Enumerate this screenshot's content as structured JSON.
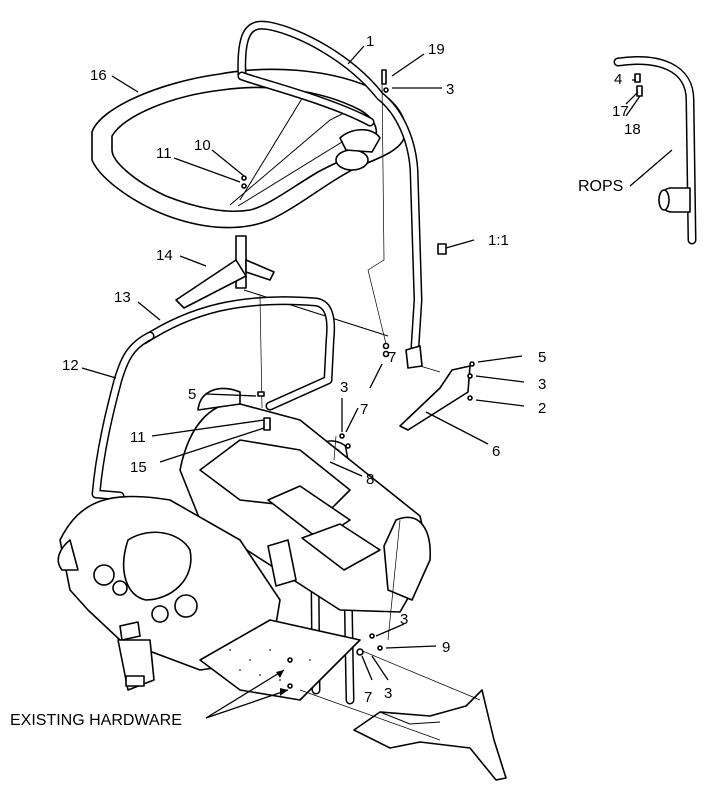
{
  "diagram": {
    "callouts": [
      {
        "id": "c-1",
        "text": "1"
      },
      {
        "id": "c-19",
        "text": "19"
      },
      {
        "id": "c-3a",
        "text": "3"
      },
      {
        "id": "c-16",
        "text": "16"
      },
      {
        "id": "c-11a",
        "text": "11"
      },
      {
        "id": "c-10",
        "text": "10"
      },
      {
        "id": "c-1to1",
        "text": "1:1"
      },
      {
        "id": "c-14",
        "text": "14"
      },
      {
        "id": "c-13",
        "text": "13"
      },
      {
        "id": "c-12",
        "text": "12"
      },
      {
        "id": "c-5a",
        "text": "5"
      },
      {
        "id": "c-5b",
        "text": "5"
      },
      {
        "id": "c-3b",
        "text": "3"
      },
      {
        "id": "c-3c",
        "text": "3"
      },
      {
        "id": "c-2",
        "text": "2"
      },
      {
        "id": "c-6",
        "text": "6"
      },
      {
        "id": "c-7a",
        "text": "7"
      },
      {
        "id": "c-7b",
        "text": "7"
      },
      {
        "id": "c-11b",
        "text": "11"
      },
      {
        "id": "c-15",
        "text": "15"
      },
      {
        "id": "c-8",
        "text": "8"
      },
      {
        "id": "c-3d",
        "text": "3"
      },
      {
        "id": "c-9",
        "text": "9"
      },
      {
        "id": "c-7c",
        "text": "7"
      },
      {
        "id": "c-3e",
        "text": "3"
      },
      {
        "id": "c-4",
        "text": "4"
      },
      {
        "id": "c-17",
        "text": "17"
      },
      {
        "id": "c-18",
        "text": "18"
      },
      {
        "id": "c-rops",
        "text": "ROPS"
      },
      {
        "id": "c-existing",
        "text": "EXISTING HARDWARE"
      }
    ]
  }
}
